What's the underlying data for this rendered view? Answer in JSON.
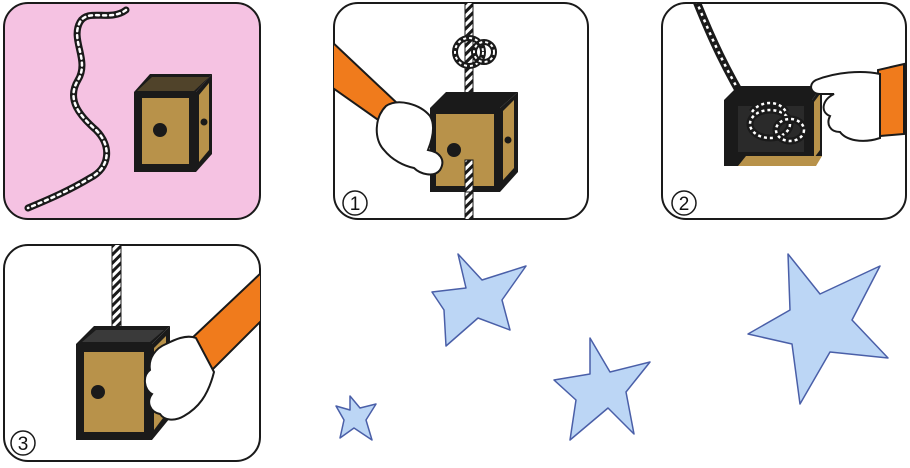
{
  "panels": [
    {
      "id": "intro",
      "background": "#f5c2e2",
      "step": ""
    },
    {
      "id": "step1",
      "background": "#ffffff",
      "step": "1"
    },
    {
      "id": "step2",
      "background": "#ffffff",
      "step": "2"
    },
    {
      "id": "step3",
      "background": "#ffffff",
      "step": "3"
    }
  ],
  "colors": {
    "box_face": "#b8924a",
    "box_edge": "#1a1a1a",
    "sleeve": "#f07b1c",
    "glove": "#ffffff",
    "star_fill": "#bcd6f5",
    "star_stroke": "#4a5fa8",
    "rope": "#1a1a1a"
  }
}
